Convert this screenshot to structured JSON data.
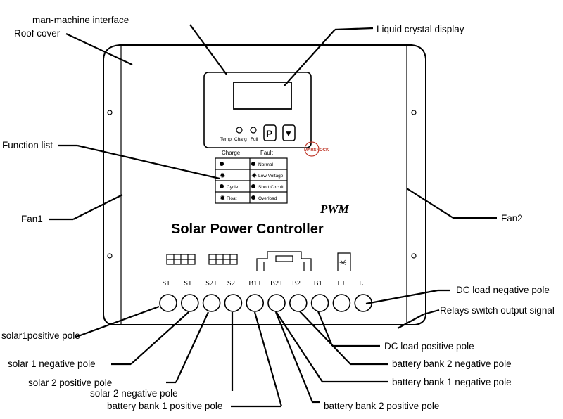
{
  "callouts": {
    "man_machine_interface": "man-machine interface",
    "roof_cover": "Roof cover",
    "liquid_crystal_display": "Liquid crystal display",
    "function_list": "Function list",
    "fan1": "Fan1",
    "fan2": "Fan2",
    "dc_load_negative_pole": "DC load negative pole",
    "relays_switch_output_signal": "Relays switch output signal",
    "solar1_positive_pole": "solar1positive pole",
    "dc_load_positive_pole": "DC load positive pole",
    "solar1_negative_pole": "solar 1 negative pole",
    "battery_bank2_negative_pole": "battery bank 2 negative pole",
    "solar2_positive_pole": "solar 2 positive pole",
    "battery_bank1_negative_pole": "battery bank 1 negative pole",
    "solar2_negative_pole": "solar 2 negative pole",
    "battery_bank1_positive_pole": "battery bank 1 positive pole",
    "battery_bank2_positive_pole": "battery bank 2 positive pole"
  },
  "device": {
    "mode": "PWM",
    "title": "Solar Power Controller",
    "buttons": {
      "button1_glyph": "P",
      "button2_glyph": "▼",
      "leds": [
        "Temp",
        "Charg",
        "Full"
      ]
    },
    "function_table": {
      "headers": [
        "Charge",
        "Fault"
      ],
      "rows": [
        {
          "left": "",
          "right": "Normal"
        },
        {
          "left": "",
          "right": "Low Voltage"
        },
        {
          "left": "Cycle",
          "right": "Short Circuit"
        },
        {
          "left": "Float",
          "right": "Overload"
        }
      ]
    },
    "terminals": [
      "S1+",
      "S1−",
      "S2+",
      "S2−",
      "B1+",
      "B2+",
      "B2−",
      "B1−",
      "L+",
      "L−"
    ],
    "watermark": "MARSROCK"
  }
}
